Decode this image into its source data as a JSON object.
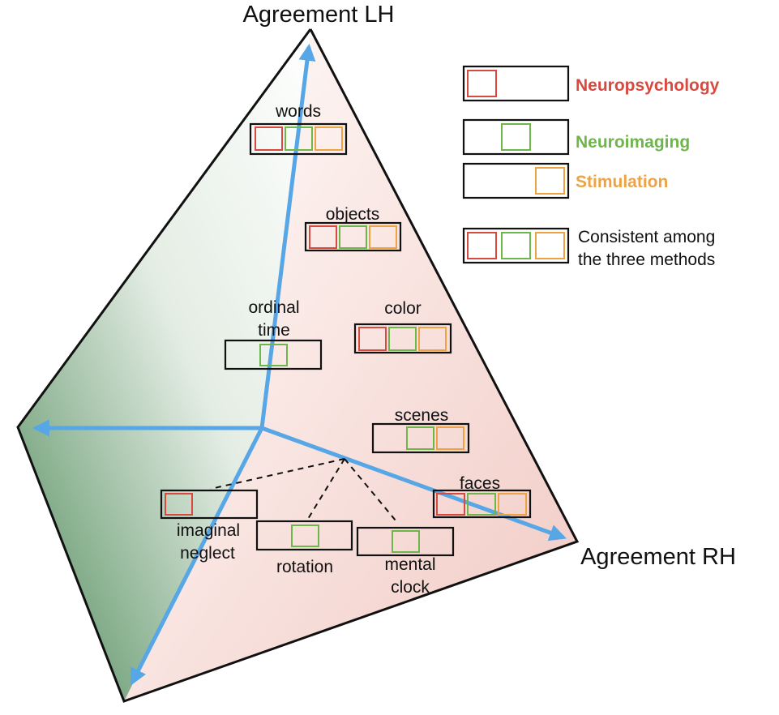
{
  "axes": {
    "top_label": "Agreement LH",
    "right_label": "Agreement RH"
  },
  "colors": {
    "neuropsychology": "#d8493f",
    "neuroimaging": "#6fb64a",
    "stimulation": "#eda244",
    "arrow": "#57a6e6",
    "face_right": "#f1c9c3",
    "face_left": "#5e9466",
    "box_border": "#111111"
  },
  "legend": {
    "neuropsychology": "Neuropsychology",
    "neuroimaging": "Neuroimaging",
    "stimulation": "Stimulation",
    "consistent_line1": "Consistent among",
    "consistent_line2": "the three methods"
  },
  "items": {
    "words": "words",
    "objects": "objects",
    "ordinal_time_line1": "ordinal",
    "ordinal_time_line2": "time",
    "color": "color",
    "scenes": "scenes",
    "faces": "faces",
    "imaginal_neglect_line1": "imaginal",
    "imaginal_neglect_line2": "neglect",
    "rotation": "rotation",
    "mental_clock_line1": "mental",
    "mental_clock_line2": "clock"
  }
}
